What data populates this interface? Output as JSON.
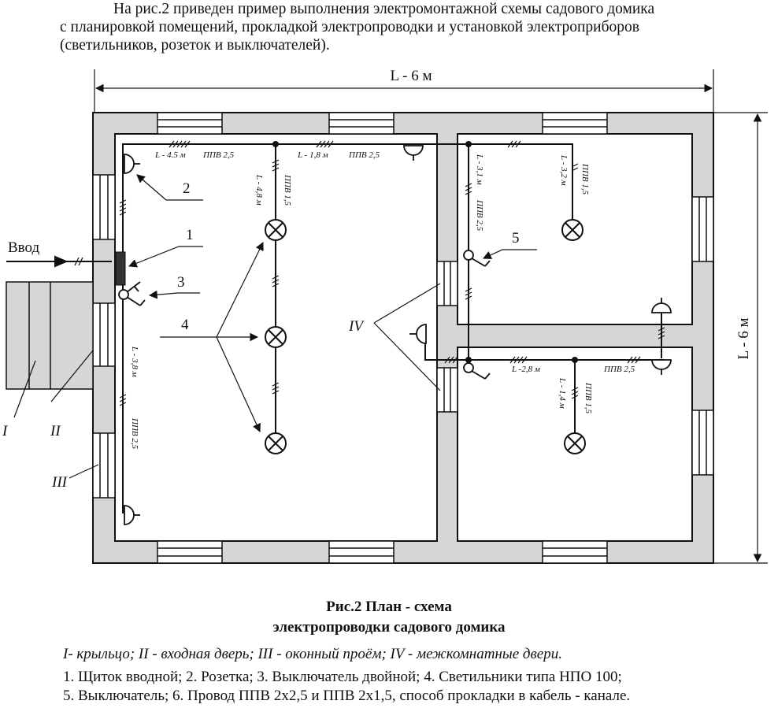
{
  "intro": {
    "line1": "На рис.2 приведен пример выполнения электромонтажной схемы садового домика",
    "line2": "с планировкой помещений, прокладкой электропроводки и установкой электроприборов",
    "line3": "(светильников, розеток и выключателей)."
  },
  "dimensions": {
    "top": "L - 6 м",
    "right": "L - 6 м"
  },
  "labels": {
    "input": "Ввод",
    "n1": "1",
    "n2": "2",
    "n3": "3",
    "n4": "4",
    "n5": "5",
    "r1": "I",
    "r2": "II",
    "r3": "III",
    "r4": "IV"
  },
  "wires": {
    "w_top_left_len": "L - 4.5 м",
    "w_top_left_type": "ППВ 2,5",
    "w_top_mid_len": "L - 1,8 м",
    "w_top_mid_type": "ППВ 2,5",
    "w_lamp_len": "L - 4,8 м",
    "w_lamp_type": "ППВ 1,5",
    "w_left_len": "L - 3,8 м",
    "w_left_type": "ППВ 2,5",
    "w_right_top_len": "L - 3,1 м",
    "w_right_top_type": "ППВ 2,5",
    "w_right_lamp_len": "L - 3,2 м",
    "w_right_lamp_type": "ППВ 1,5",
    "w_bottom_len": "L -2,8 м",
    "w_bottom_type": "ППВ 2,5",
    "w_bottom_lamp_len": "L - 1,4 м",
    "w_bottom_lamp_type": "ППВ 1,5"
  },
  "caption": {
    "line1": "Рис.2  План -  схема",
    "line2": "электропроводки садового домика"
  },
  "legend": {
    "roman": "I- крыльцо; II - входная дверь; III - оконный проём; IV - межкомнатные двери.",
    "line1": "1. Щиток вводной; 2. Розетка; 3. Выключатель двойной; 4. Светильники типа НПО 100;",
    "line2": "5. Выключатель; 6. Провод ППВ 2х2,5 и ППВ 2х1,5, способ прокладки в кабель - канале."
  },
  "colors": {
    "wall": "#d6d6d6",
    "line": "#111111",
    "panel": "#333333"
  }
}
